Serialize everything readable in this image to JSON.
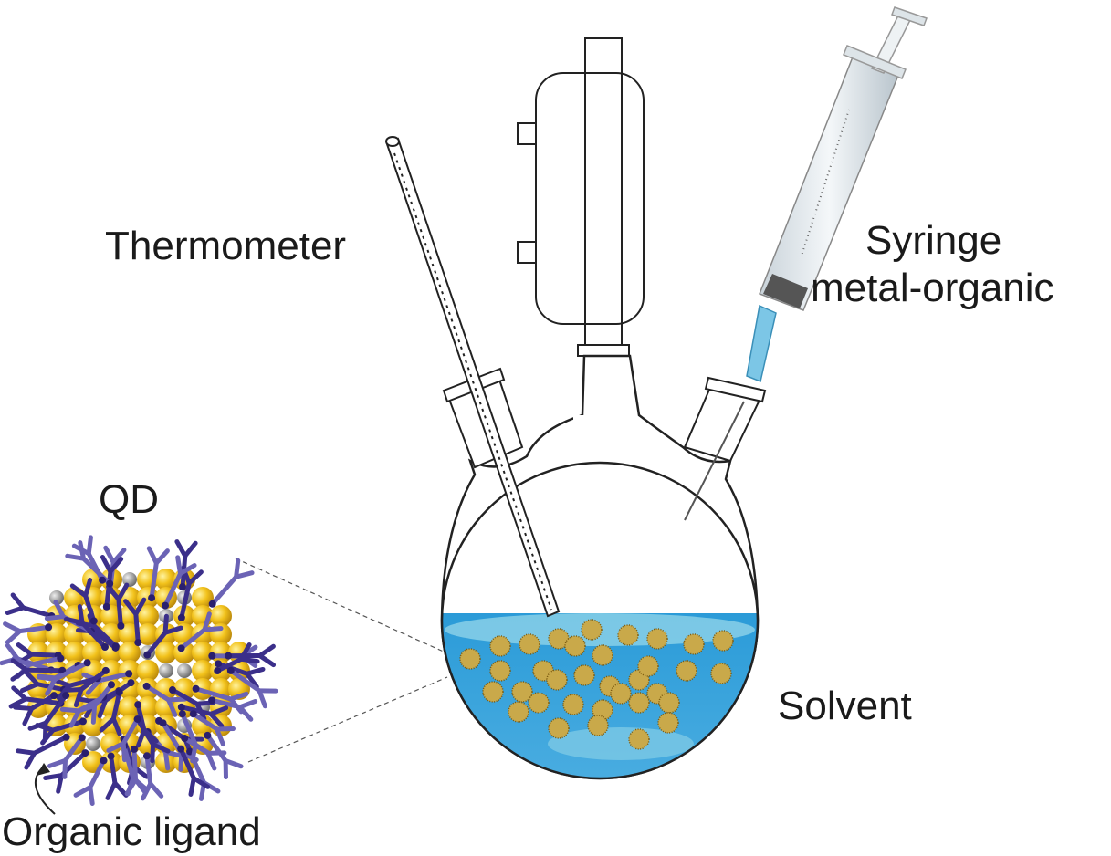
{
  "labels": {
    "thermometer": "Thermometer",
    "syringe_line1": "Syringe",
    "syringe_line2": "metal-organic",
    "qd": "QD",
    "solvent": "Solvent",
    "ligand": "Organic ligand"
  },
  "colors": {
    "solvent": "#3aa0d8",
    "solvent_light": "#8fd3e8",
    "qd_core": "#f2c21b",
    "ligand": "#3b2f8a",
    "syringe_tip": "#7cc6e6",
    "outline": "#222222"
  }
}
